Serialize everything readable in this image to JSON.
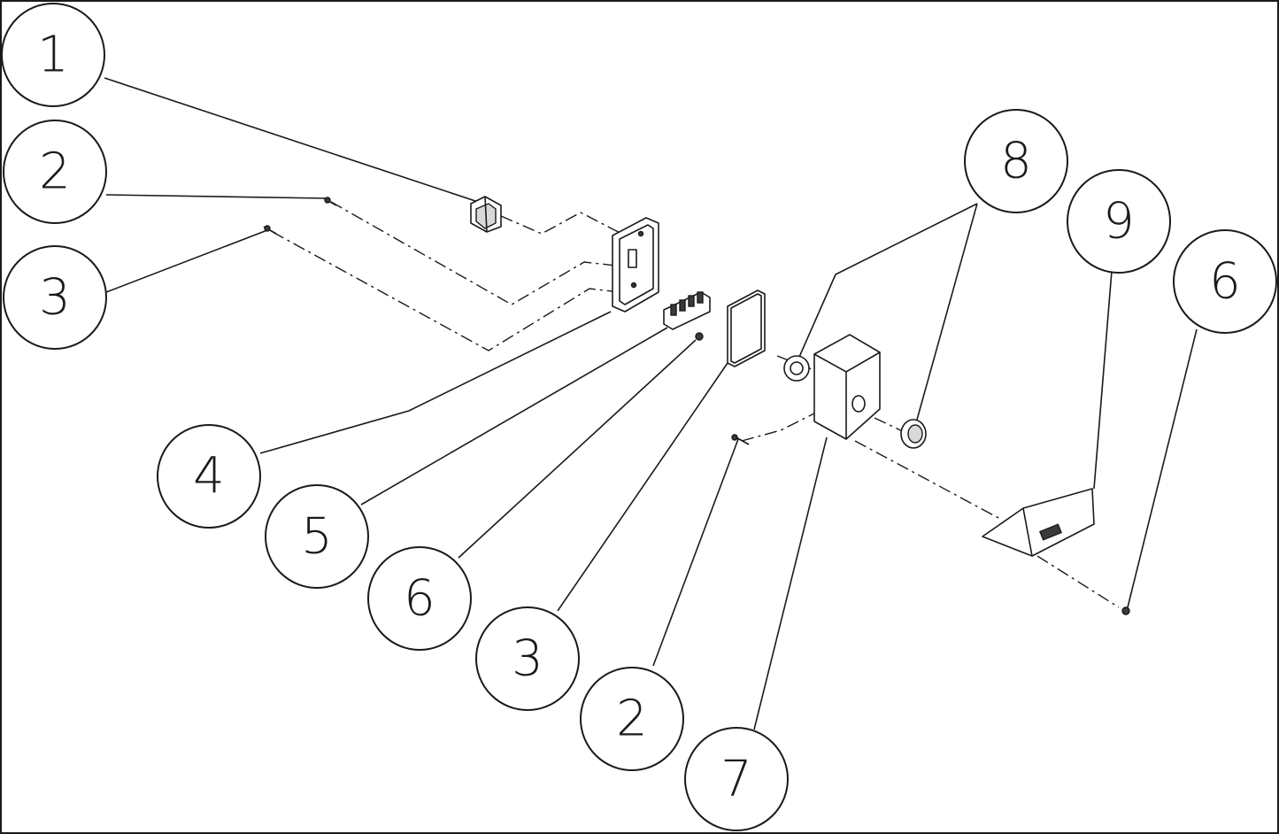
{
  "balloons": [
    {
      "label": "1"
    },
    {
      "label": "2"
    },
    {
      "label": "3"
    },
    {
      "label": "8"
    },
    {
      "label": "9"
    },
    {
      "label": "6"
    },
    {
      "label": "4"
    },
    {
      "label": "5"
    },
    {
      "label": "6"
    },
    {
      "label": "3"
    },
    {
      "label": "2"
    },
    {
      "label": "7"
    }
  ],
  "colors": {
    "line": "#1a1a1a",
    "background": "#ffffff"
  }
}
